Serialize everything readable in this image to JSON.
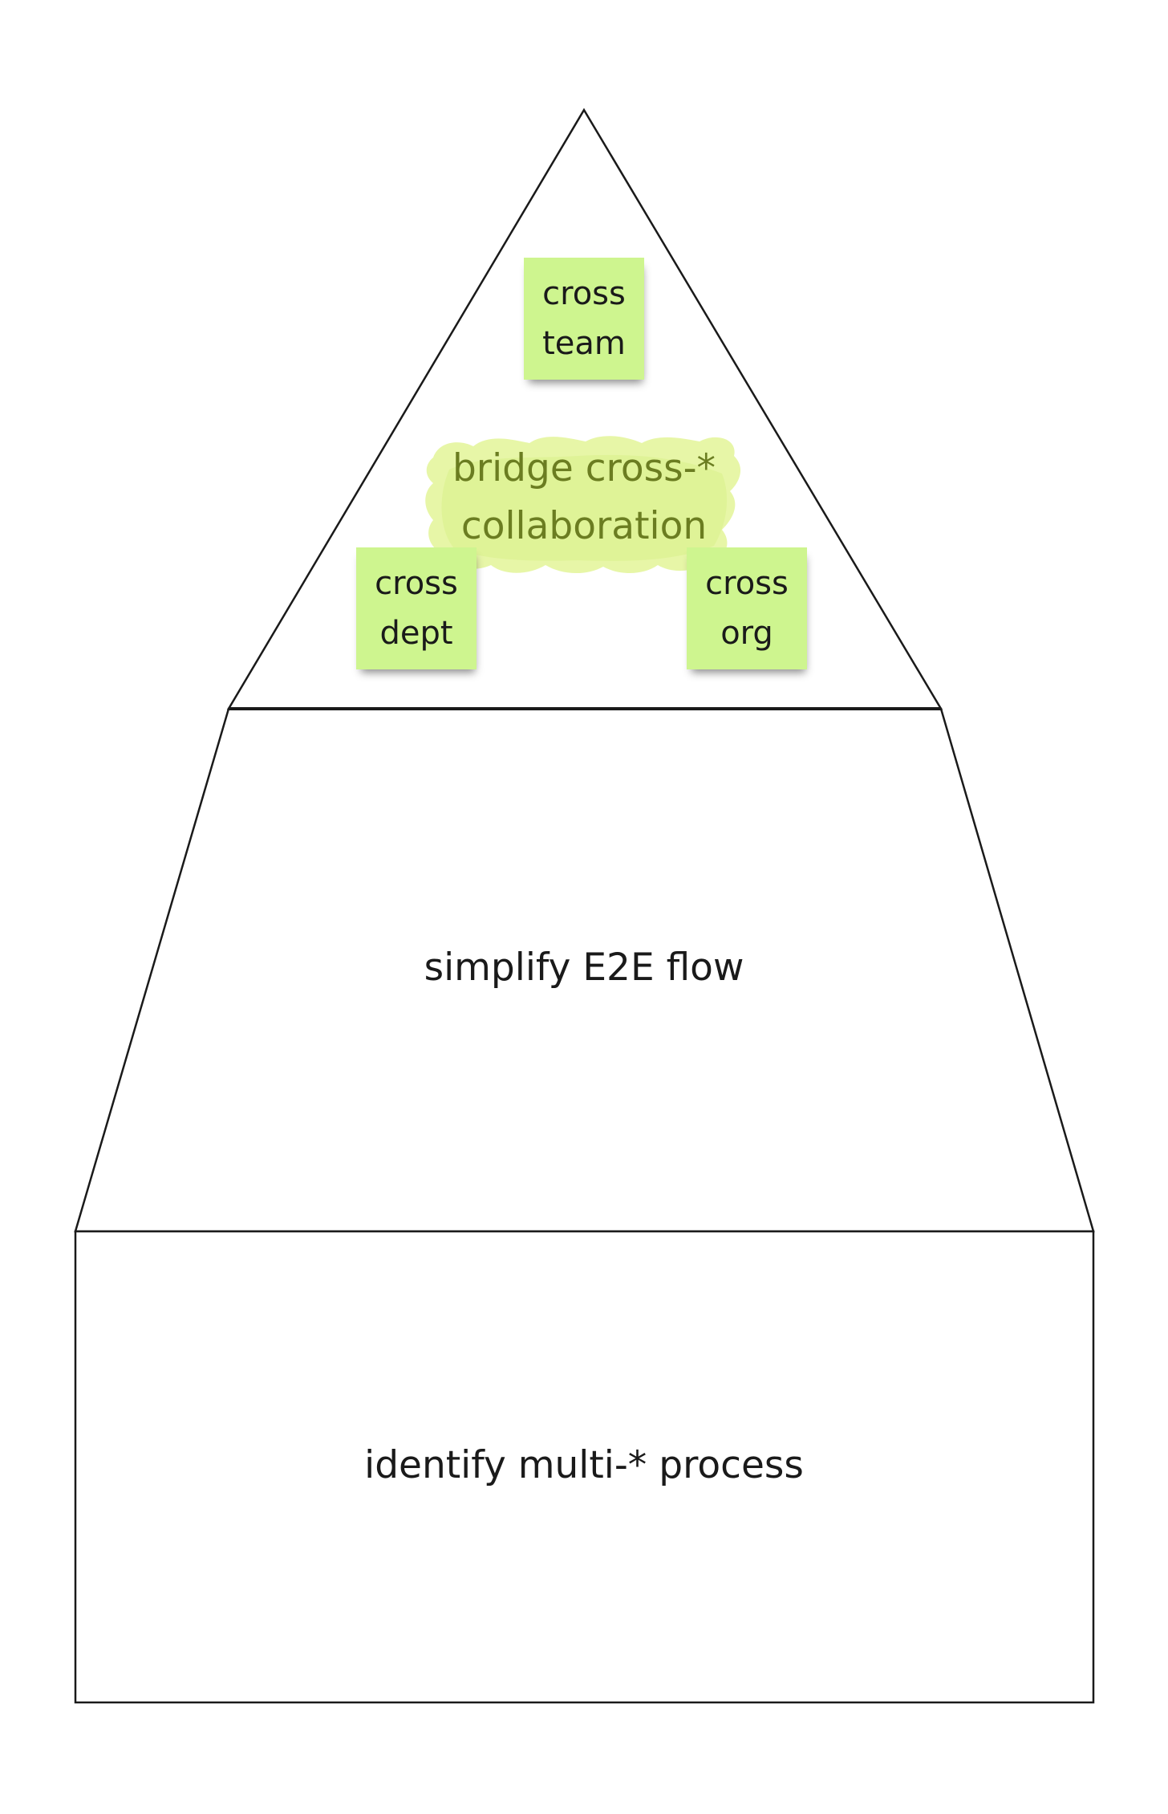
{
  "diagram": {
    "layers": {
      "top": {
        "stickies": [
          {
            "line1": "cross",
            "line2": "team"
          },
          {
            "line1": "cross",
            "line2": "dept"
          },
          {
            "line1": "cross",
            "line2": "org"
          }
        ],
        "highlight": {
          "line1": "bridge cross-*",
          "line2": "collaboration"
        }
      },
      "middle": {
        "label": "simplify E2E flow"
      },
      "bottom": {
        "label": "identify multi-* process"
      }
    },
    "colors": {
      "sticky": "#cef58f",
      "highlight": "#e3f5a0",
      "highlight_text": "#6b7d21",
      "stroke": "#1a1a1a"
    }
  }
}
